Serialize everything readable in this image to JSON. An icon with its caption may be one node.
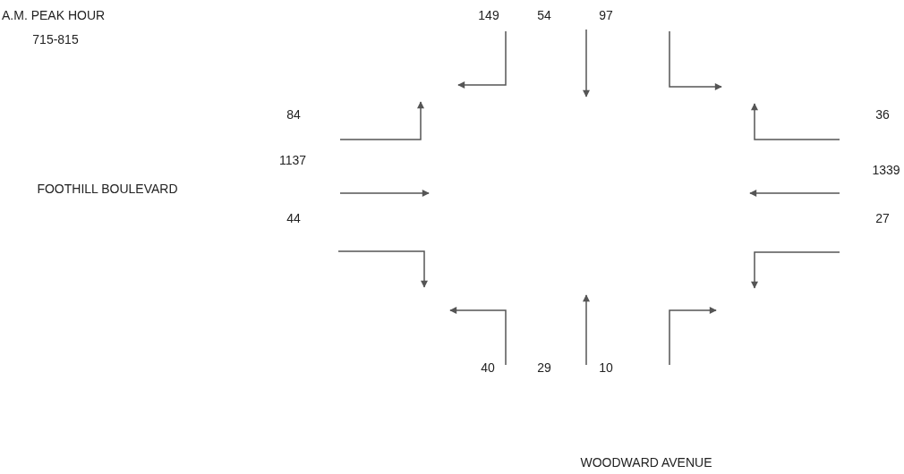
{
  "diagram": {
    "title": "A.M. PEAK HOUR",
    "labels": [
      "715-815",
      "149",
      "54",
      "97",
      "84",
      "36",
      "1137",
      "1339",
      "FOOTHILL BOULEVARD",
      "44",
      "27",
      "40",
      "29",
      "10",
      "WOODWARD AVENUE"
    ]
  }
}
